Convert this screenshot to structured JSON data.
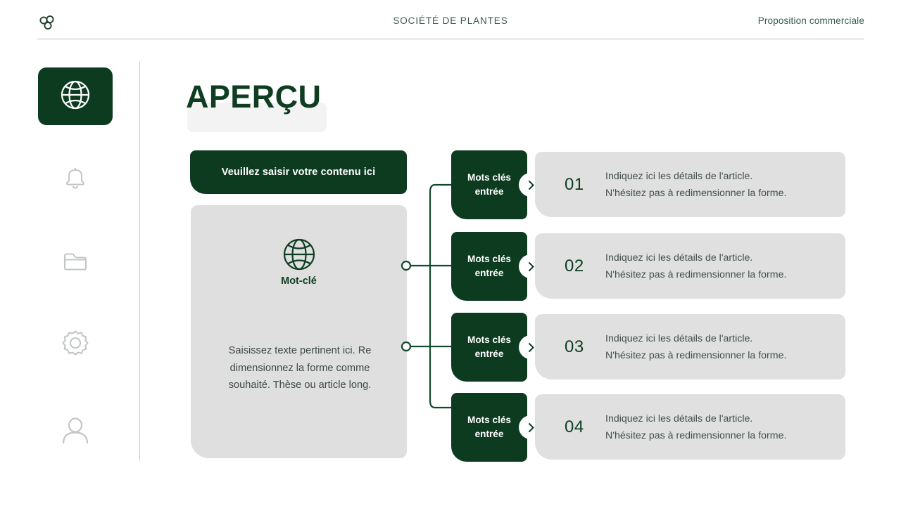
{
  "header": {
    "logo_icon": "trefoil-logo-icon",
    "center_title": "SOCIÉTÉ DE PLANTES",
    "right_label": "Proposition commerciale"
  },
  "sidebar": {
    "items": [
      {
        "icon": "globe-icon",
        "active": true
      },
      {
        "icon": "bell-icon",
        "active": false
      },
      {
        "icon": "folder-icon",
        "active": false
      },
      {
        "icon": "gear-icon",
        "active": false
      },
      {
        "icon": "person-icon",
        "active": false
      }
    ]
  },
  "main": {
    "title": "APERÇU",
    "banner_text": "Veuillez saisir votre contenu ici",
    "keyword_card": {
      "icon": "globe-icon",
      "label": "Mot-clé",
      "body": "Saisissez texte pertinent ici. Re dimensionnez la forme comme souhaité. Thèse ou article long."
    },
    "rows": [
      {
        "keyword_label_line1": "Mots clés",
        "keyword_label_line2": "entrée",
        "arrow_icon": "chevron-right-icon",
        "number": "01",
        "detail_line1": "Indiquez ici les détails de l'article.",
        "detail_line2": "N'hésitez pas à redimensionner la forme."
      },
      {
        "keyword_label_line1": "Mots clés",
        "keyword_label_line2": "entrée",
        "arrow_icon": "chevron-right-icon",
        "number": "02",
        "detail_line1": "Indiquez ici les détails de l'article.",
        "detail_line2": "N'hésitez pas à redimensionner la forme."
      },
      {
        "keyword_label_line1": "Mots clés",
        "keyword_label_line2": "entrée",
        "arrow_icon": "chevron-right-icon",
        "number": "03",
        "detail_line1": "Indiquez ici les détails de l'article.",
        "detail_line2": "N'hésitez pas à redimensionner la forme."
      },
      {
        "keyword_label_line1": "Mots clés",
        "keyword_label_line2": "entrée",
        "arrow_icon": "chevron-right-icon",
        "number": "04",
        "detail_line1": "Indiquez ici les détails de l'article.",
        "detail_line2": "N'hésitez pas à redimensionner la forme."
      }
    ]
  },
  "colors": {
    "dark_green": "#0c3b20",
    "title_green": "#0f3d22",
    "gray_card": "#dedfde",
    "muted_icon": "#c2c7c4",
    "body_text": "#44504a"
  }
}
